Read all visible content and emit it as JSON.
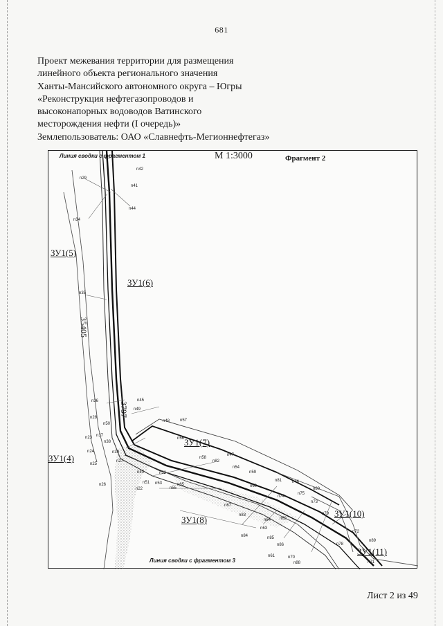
{
  "page_number": "681",
  "header": {
    "lines": [
      "Проект межевания территории для размещения",
      "линейного объекта регионального значения",
      "Ханты-Мансийского автономного округа – Югры",
      "«Реконструкция нефтегазопроводов и",
      "высоконапорных водоводов Ватинского",
      "месторождения нефти (I очередь)»",
      "Землепользователь: ОАО «Славнефть-Мегионнефтегаз»"
    ]
  },
  "map": {
    "scale": "М 1:3000",
    "fragment": "Фрагмент 2",
    "top_match_line": "Линия сводки с фрагментом 1",
    "bottom_match_line": "Линия сводки с фрагментом 3",
    "parcels": [
      "ЗУ1(5)",
      "ЗУ1(6)",
      "ЗУ1(7)",
      "ЗУ1(4)",
      "ЗУ1(8)",
      "ЗУ1(10)",
      "ЗУ1(11)"
    ],
    "quarter_labels": [
      "35405",
      "3797"
    ],
    "points": [
      "n42",
      "n29",
      "n41",
      "n44",
      "n34",
      "n35",
      "n36",
      "n45",
      "n49",
      "n28",
      "n48",
      "n57",
      "n50",
      "n23",
      "n37",
      "n38",
      "n56",
      "n39",
      "n24",
      "n27",
      "n58",
      "n47",
      "n25",
      "n82",
      "n54",
      "n40",
      "n52",
      "n59",
      "n51",
      "n53",
      "n60",
      "n55",
      "n26",
      "n22",
      "n65",
      "n81",
      "n46",
      "n80",
      "n74",
      "n75",
      "n73",
      "n67",
      "n83",
      "n64",
      "n62",
      "n63",
      "n79",
      "n84",
      "n85",
      "n72",
      "n89",
      "n86",
      "n78",
      "n61",
      "n70",
      "n88",
      "n71"
    ],
    "colors": {
      "line": "#111111",
      "hatch": "#8a8a8a",
      "thin": "#555555"
    }
  },
  "footer": {
    "sheet": "Лист 2 из 49"
  }
}
